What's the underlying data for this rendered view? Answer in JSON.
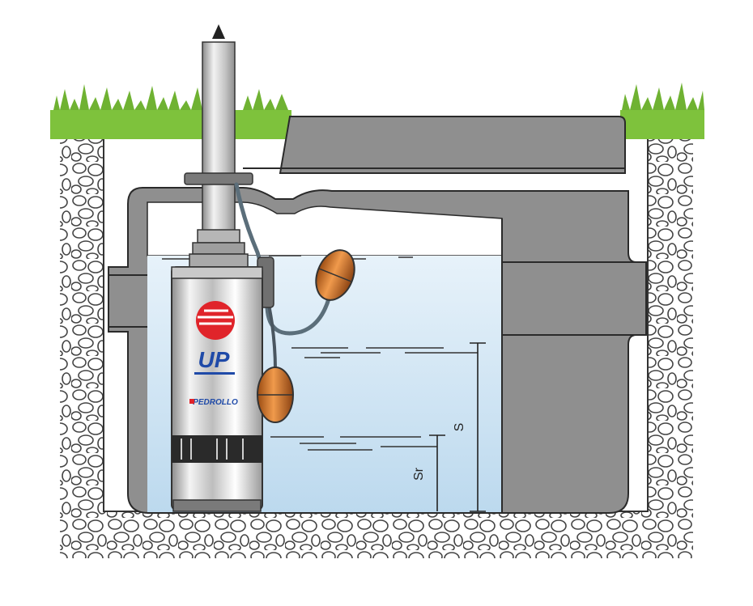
{
  "pump": {
    "model_label": "UP",
    "maker_label": "PEDROLLO"
  },
  "dimensions": {
    "stop_level_label": "S",
    "start_level_label": "Sr"
  },
  "colors": {
    "grass": "#7ec23c",
    "gravel_outline": "#444444",
    "tank_gray": "#8f8f8f",
    "tank_outline": "#2a2a2a",
    "water": "#cfe5f4",
    "pump_steel": "#d9d9d9",
    "pump_logo_red": "#e0242a",
    "pump_logo_blue": "#1f4aa8",
    "float_orange": "#e3823a",
    "cable": "#5b6e7a"
  },
  "icons": {
    "discharge": "arrow-up-icon",
    "logo": "pedrollo-logo-icon"
  }
}
